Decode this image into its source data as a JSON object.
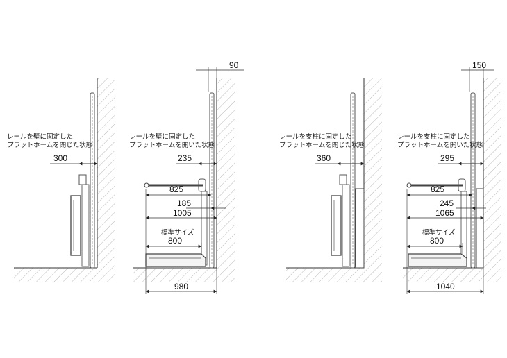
{
  "panels": [
    {
      "caption_line1": "レールを壁に固定した",
      "caption_line2": "プラットホームを閉じた状態",
      "dim_extent": "300"
    },
    {
      "caption_line1": "レールを壁に固定した",
      "caption_line2": "プラットホームを開いた状態",
      "dim_top": "90",
      "dim_extent": "235",
      "dim_platform": "825",
      "dim_gap": "185",
      "dim_reach": "1005",
      "standard_label": "標準サイズ",
      "dim_standard": "800",
      "dim_total": "980"
    },
    {
      "caption_line1": "レールを支柱に固定した",
      "caption_line2": "プラットホームを閉じた状態",
      "dim_extent": "360"
    },
    {
      "caption_line1": "レールを支柱に固定した",
      "caption_line2": "プラットホームを開いた状態",
      "dim_top": "150",
      "dim_extent": "295",
      "dim_platform": "825",
      "dim_gap": "245",
      "dim_reach": "1065",
      "standard_label": "標準サイズ",
      "dim_standard": "800",
      "dim_total": "1040"
    }
  ]
}
